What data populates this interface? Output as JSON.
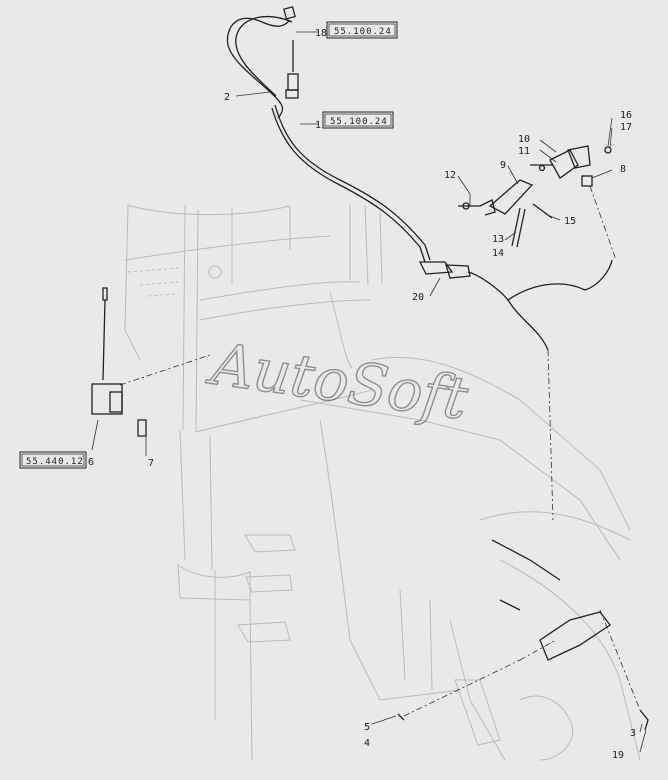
{
  "diagram": {
    "watermark": "AutoSoft",
    "callouts": [
      {
        "id": "c18",
        "number": "18",
        "ref": "55.100.24"
      },
      {
        "id": "c2",
        "number": "2"
      },
      {
        "id": "c1",
        "number": "1",
        "ref": "55.100.24"
      },
      {
        "id": "c10",
        "number": "10"
      },
      {
        "id": "c11",
        "number": "11"
      },
      {
        "id": "c16",
        "number": "16"
      },
      {
        "id": "c17",
        "number": "17"
      },
      {
        "id": "c8",
        "number": "8"
      },
      {
        "id": "c9",
        "number": "9"
      },
      {
        "id": "c12",
        "number": "12"
      },
      {
        "id": "c15",
        "number": "15"
      },
      {
        "id": "c13",
        "number": "13"
      },
      {
        "id": "c14",
        "number": "14"
      },
      {
        "id": "c20",
        "number": "20"
      },
      {
        "id": "c6",
        "number": "6",
        "ref": "55.440.12"
      },
      {
        "id": "c7",
        "number": "7"
      },
      {
        "id": "c5",
        "number": "5"
      },
      {
        "id": "c4",
        "number": "4"
      },
      {
        "id": "c3",
        "number": "3"
      },
      {
        "id": "c19",
        "number": "19"
      }
    ]
  }
}
